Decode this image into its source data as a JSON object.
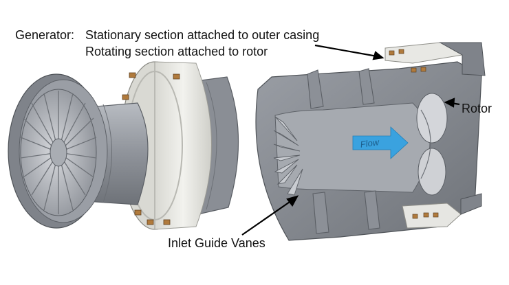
{
  "labels": {
    "generator_prefix": "Generator:",
    "generator_line1": "Stationary section attached to outer casing",
    "generator_line2": "Rotating section attached to rotor",
    "rotor": "Rotor",
    "inlet_guide_vanes": "Inlet Guide Vanes",
    "flow": "Flow"
  },
  "colors": {
    "casing_dark": "#7d8188",
    "casing_mid": "#9ca0a7",
    "casing_light": "#c4c7cc",
    "generator_ring": "#e6e6e2",
    "coil_copper": "#b07a3c",
    "flow_arrow": "#3aa2df",
    "leader_lines": "#000000"
  },
  "icons": {
    "flow_arrow": "right-arrow"
  }
}
